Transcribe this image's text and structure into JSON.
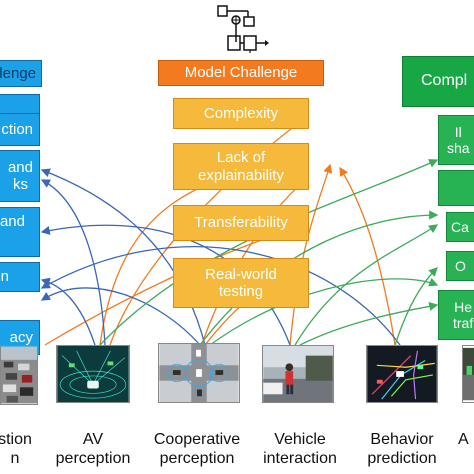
{
  "diagram": {
    "headers": {
      "left": "llenge",
      "middle": "Model Challenge",
      "right": "Compl"
    },
    "left_boxes": [
      "",
      "ction",
      "and\nks",
      "and",
      "n",
      "acy"
    ],
    "middle_boxes": [
      "Complexity",
      "Lack of\nexplainability",
      "Transferability",
      "Real-world\ntesting"
    ],
    "right_boxes": [
      "Il\nsha",
      "",
      "Ca",
      "O",
      "He\ntraf"
    ],
    "captions": [
      "stion\nn",
      "AV\nperception",
      "Cooperative\nperception",
      "Vehicle\ninteraction",
      "Behavior\nprediction",
      "A"
    ],
    "thumbnails": [
      "traffic-scene",
      "av-perception-scene",
      "cooperative-intersection",
      "pedestrian-street",
      "behavior-prediction-overlay",
      "partial-scene"
    ],
    "colors": {
      "blue": "#1ba1e8",
      "orange": "#f5b93b",
      "orange_header": "#f47a20",
      "green": "#27b253",
      "curve_orange": "#f47a20",
      "curve_blue": "#3a67b8",
      "curve_green": "#3cab5a"
    }
  }
}
